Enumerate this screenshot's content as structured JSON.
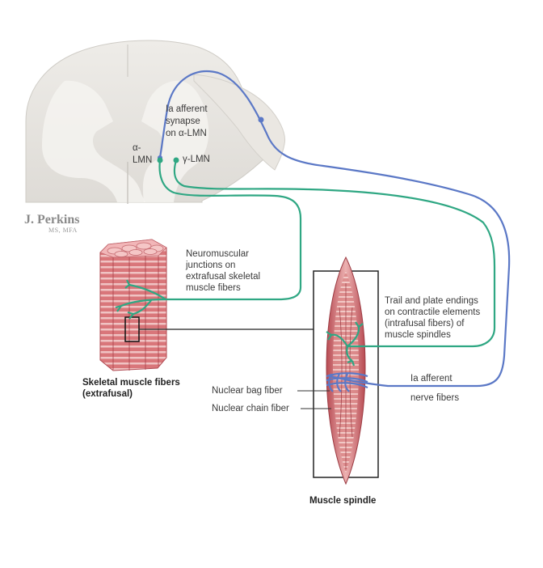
{
  "signature": {
    "name": "J. Perkins",
    "credentials": "MS, MFA"
  },
  "labels": {
    "ia_synapse_1": "Ia afferent",
    "ia_synapse_2": "synapse",
    "ia_synapse_3": "on α-LMN",
    "alpha_1": "α-",
    "alpha_2": "LMN",
    "gamma": "γ-LMN",
    "nmj_1": "Neuromuscular",
    "nmj_2": "junctions on",
    "nmj_3": "extrafusal skeletal",
    "nmj_4": "muscle fibers",
    "trail_1": "Trail and plate endings",
    "trail_2": "on contractile elements",
    "trail_3": "(intrafusal fibers) of",
    "trail_4": "muscle spindles",
    "ia_nerve_1": "Ia afferent",
    "ia_nerve_2": "nerve fibers",
    "bag": "Nuclear bag fiber",
    "chain": "Nuclear chain fiber",
    "skeletal_1": "Skeletal muscle fibers",
    "skeletal_2": "(extrafusal)",
    "spindle": "Muscle spindle"
  },
  "colors": {
    "afferent": "#5b78c6",
    "efferent": "#2fa783",
    "muscle": "#c8505a",
    "muscle_light": "#f2b6b8",
    "cord_gray": "#e7e5e1",
    "cord_white": "#f6f5f2"
  }
}
